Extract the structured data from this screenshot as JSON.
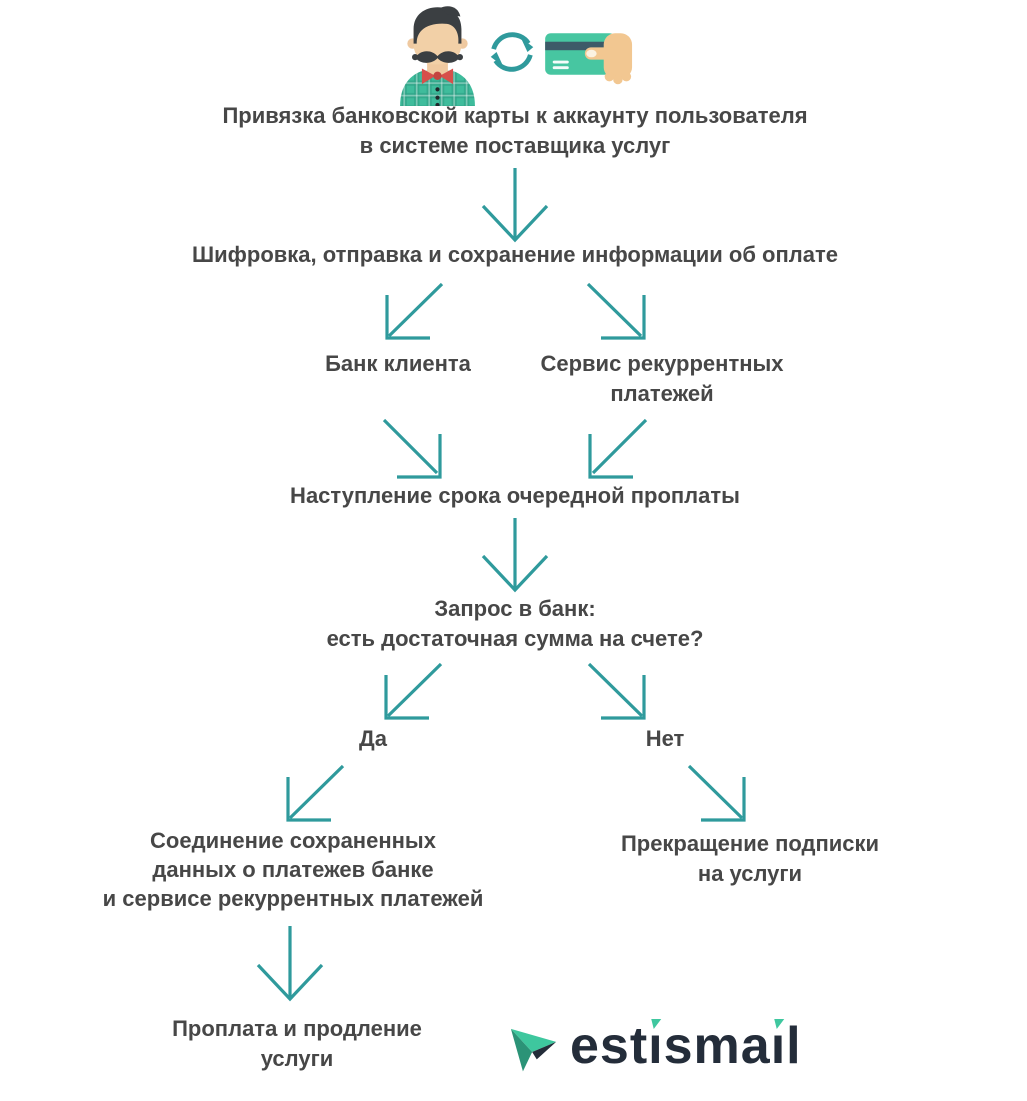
{
  "colors": {
    "accent": "#2f9a9c",
    "text": "#474747",
    "logo_navy": "#242d3a",
    "logo_green": "#3fc79f"
  },
  "icons": {
    "avatar": "user-avatar-icon",
    "sync": "sync-icon",
    "card": "credit-card-in-hand-icon",
    "logo": "paper-plane-icon"
  },
  "flow": {
    "link_card": "Привязка банковской карты к аккаунту пользователя\nв системе поставщика услуг",
    "encrypt_send": "Шифровка, отправка и сохранение информации об оплате",
    "client_bank": "Банк клиента",
    "recurring_service": "Сервис рекуррентных\nплатежей",
    "due_date": "Наступление срока очередной проплаты",
    "bank_request": "Запрос в банк:\nесть достаточная сумма на счете?",
    "yes_label": "Да",
    "no_label": "Нет",
    "merge_data": "Соединение сохраненных\nданных о платежев банке\nи сервисе рекуррентных платежей",
    "cancel_subscription": "Прекращение подписки\nна услуги",
    "payment_renewal": "Проплата и продление\nуслуги"
  },
  "logo": {
    "text": "estismail"
  }
}
